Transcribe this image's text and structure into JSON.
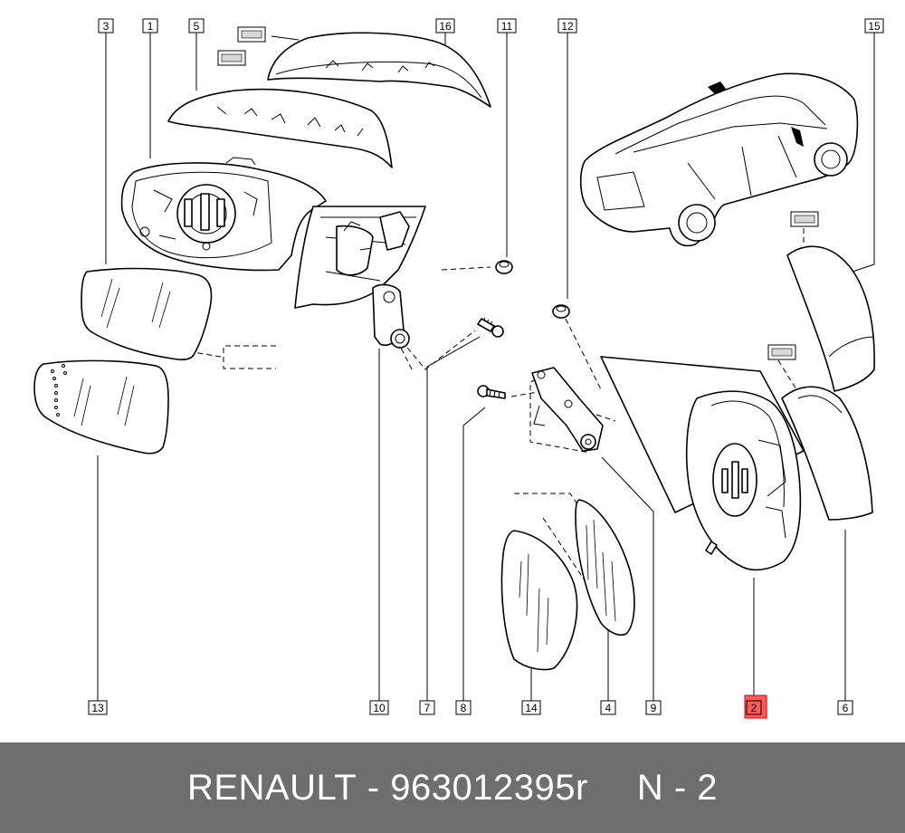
{
  "diagram": {
    "callouts": [
      {
        "id": "c3",
        "text": "3"
      },
      {
        "id": "c1",
        "text": "1"
      },
      {
        "id": "c5",
        "text": "5"
      },
      {
        "id": "c16",
        "text": "16"
      },
      {
        "id": "c11",
        "text": "11"
      },
      {
        "id": "c12",
        "text": "12"
      },
      {
        "id": "c15",
        "text": "15"
      },
      {
        "id": "c13",
        "text": "13"
      },
      {
        "id": "c10",
        "text": "10"
      },
      {
        "id": "c7",
        "text": "7"
      },
      {
        "id": "c8",
        "text": "8"
      },
      {
        "id": "c14",
        "text": "14"
      },
      {
        "id": "c4",
        "text": "4"
      },
      {
        "id": "c9",
        "text": "9"
      },
      {
        "id": "c2",
        "text": "2"
      },
      {
        "id": "c6",
        "text": "6"
      }
    ],
    "highlighted": "2",
    "highlight_color": "#ff5a5a"
  },
  "footer": {
    "brand": "RENAULT",
    "separator": "-",
    "part_number": "963012395r",
    "ref": "N - 2",
    "background": "#6e6e6e"
  }
}
